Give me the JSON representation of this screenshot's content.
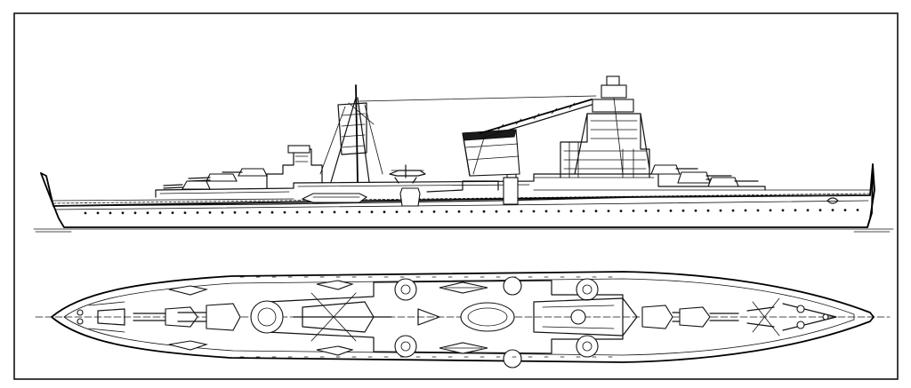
{
  "drawing": {
    "views": [
      {
        "id": "profile",
        "kind": "side-elevation"
      },
      {
        "id": "plan",
        "kind": "deck-plan"
      }
    ],
    "colors": {
      "ink": "#111111",
      "paper": "#ffffff"
    }
  }
}
